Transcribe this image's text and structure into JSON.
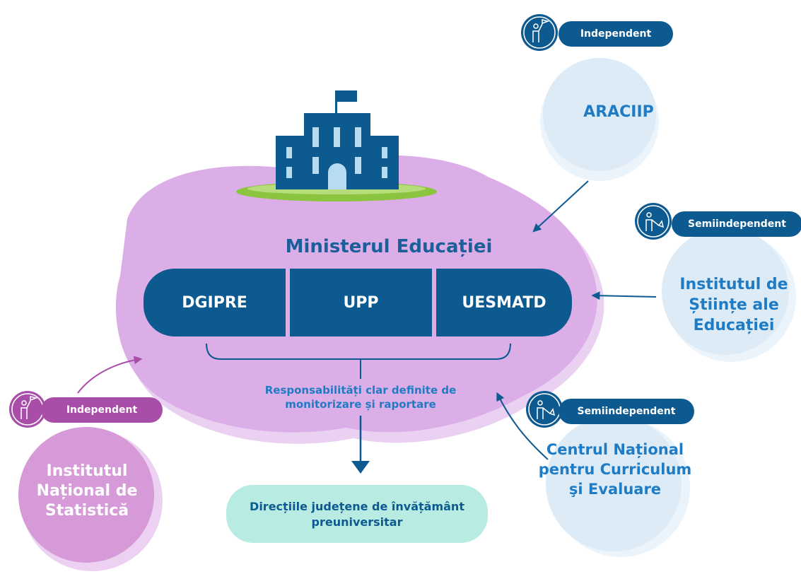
{
  "ministry": {
    "title": "Ministerul Educației",
    "units": [
      "DGIPRE",
      "UPP",
      "UESMATD"
    ],
    "responsibilities": "Responsabilități clar definite de monitorizare și raportare"
  },
  "county_directorates": "Direcțiile județene de învățământ preuniversitar",
  "institutions": {
    "araciip": {
      "name": "ARACIIP",
      "status": "Independent"
    },
    "ise": {
      "name": "Institutul de Științe ale Educației",
      "status": "Semiindependent"
    },
    "cnce": {
      "name": "Centrul Național pentru Curriculum şi Evaluare",
      "status": "Semiindependent"
    },
    "ins": {
      "name": "Institutul Național de Statistică",
      "status": "Independent"
    }
  },
  "colors": {
    "dark_blue": "#0d5a91",
    "mid_blue": "#1f7cc4",
    "light_blue": "#ddebf7",
    "purple": "#a94ea8",
    "lilac_cloud": "#dcaee8",
    "mint": "#b8ebe2",
    "grass_green": "#8bc53f"
  },
  "icons": [
    "building-icon",
    "person-flag-up-icon",
    "person-flag-down-icon"
  ]
}
